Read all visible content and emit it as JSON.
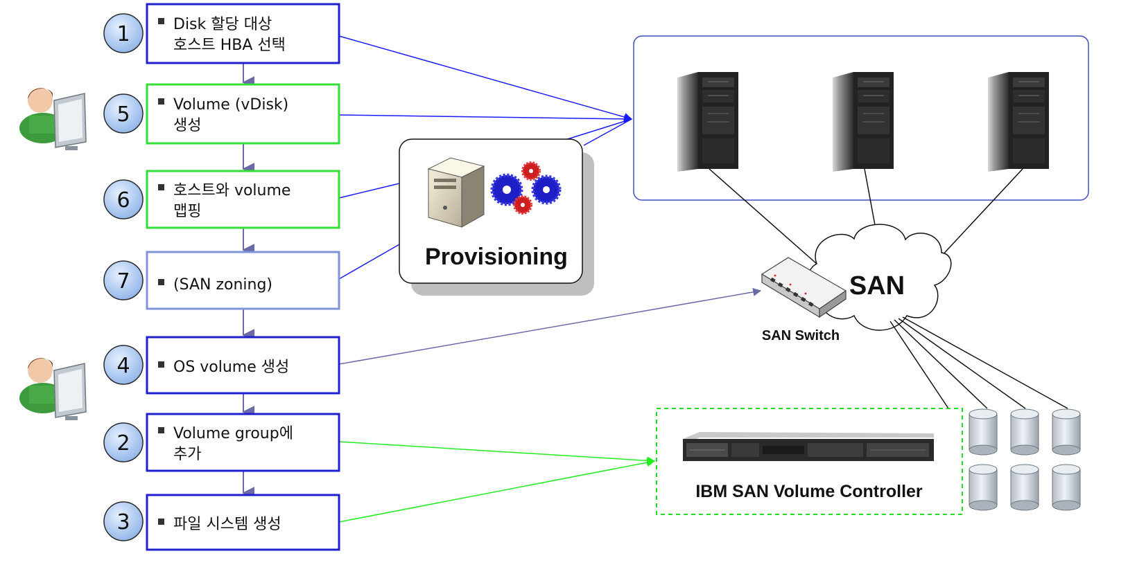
{
  "steps": [
    {
      "number": "1",
      "lines": [
        "Disk 할당 대상",
        "호스트 HBA 선택"
      ]
    },
    {
      "number": "5",
      "lines": [
        "Volume (vDisk)",
        "생성"
      ]
    },
    {
      "number": "6",
      "lines": [
        "호스트와 volume",
        "맵핑"
      ]
    },
    {
      "number": "7",
      "lines": [
        "(SAN zoning)"
      ]
    },
    {
      "number": "4",
      "lines": [
        "OS volume 생성"
      ]
    },
    {
      "number": "2",
      "lines": [
        "Volume group에",
        "추가"
      ]
    },
    {
      "number": "3",
      "lines": [
        "파일 시스템 생성"
      ]
    }
  ],
  "provisioning": {
    "label": "Provisioning"
  },
  "san": {
    "label": "SAN"
  },
  "san_switch": {
    "label": "SAN Switch"
  },
  "controller": {
    "label": "IBM SAN Volume Controller"
  },
  "colors": {
    "blue_border": "#1f1fd0",
    "green_border": "#33dd33",
    "light_border": "#7f93d8",
    "circle_fill": "#a9c6ef",
    "blue_line": "#1a1aff",
    "green_line": "#22ee22",
    "purple_line": "#6a6aa8"
  }
}
